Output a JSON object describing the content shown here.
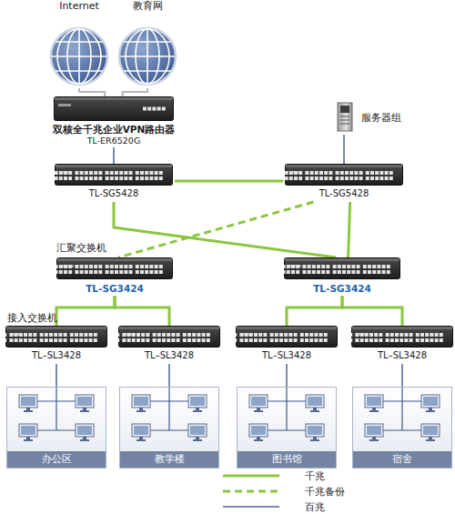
{
  "diagram": {
    "nodes": [
      {
        "text": [
          "Internet"
        ]
      },
      {
        "text": [
          "教育网"
        ]
      },
      {
        "text": [
          "双核全千兆企业VPN路由器",
          "TL-ER6520G"
        ]
      },
      {
        "text": [
          "服务器组"
        ]
      },
      {
        "text": [
          "TL-SG5428"
        ]
      },
      {
        "text": [
          "TL-SG5428"
        ]
      },
      {
        "text": [
          "TL-SG3424"
        ]
      },
      {
        "text": [
          "TL-SG3424"
        ]
      },
      {
        "text": [
          "TL–SL3428"
        ]
      },
      {
        "text": [
          "TL–SL3428"
        ]
      },
      {
        "text": [
          "TL–SL3428"
        ]
      },
      {
        "text": [
          "TL–SL3428"
        ]
      },
      {
        "text": [
          "办公区"
        ]
      },
      {
        "text": [
          "教学楼"
        ]
      },
      {
        "text": [
          "图书馆"
        ]
      },
      {
        "text": [
          "宿舍"
        ]
      }
    ],
    "edges": [
      {
        "from": 0,
        "to": 2,
        "arrow": "none"
      },
      {
        "from": 1,
        "to": 2,
        "arrow": "none"
      },
      {
        "from": 2,
        "to": 4,
        "arrow": "none"
      },
      {
        "from": 3,
        "to": 5,
        "arrow": "none"
      },
      {
        "from": 4,
        "to": 5,
        "arrow": "none"
      },
      {
        "from": 4,
        "to": 7,
        "arrow": "none"
      },
      {
        "from": 5,
        "to": 6,
        "arrow": "none"
      },
      {
        "from": 5,
        "to": 7,
        "arrow": "none"
      },
      {
        "from": 6,
        "to": 8,
        "arrow": "none"
      },
      {
        "from": 6,
        "to": 9,
        "arrow": "none"
      },
      {
        "from": 7,
        "to": 10,
        "arrow": "none"
      },
      {
        "from": 7,
        "to": 11,
        "arrow": "none"
      },
      {
        "from": 8,
        "to": 12,
        "arrow": "none"
      },
      {
        "from": 9,
        "to": 13,
        "arrow": "none"
      },
      {
        "from": 10,
        "to": 14,
        "arrow": "none"
      },
      {
        "from": 11,
        "to": 15,
        "arrow": "none"
      }
    ],
    "labels": [
      "汇聚交换机",
      "接入交换机"
    ],
    "legend": [
      {
        "text": "千兆"
      },
      {
        "text": "千兆备份"
      },
      {
        "text": "百兆"
      }
    ]
  }
}
